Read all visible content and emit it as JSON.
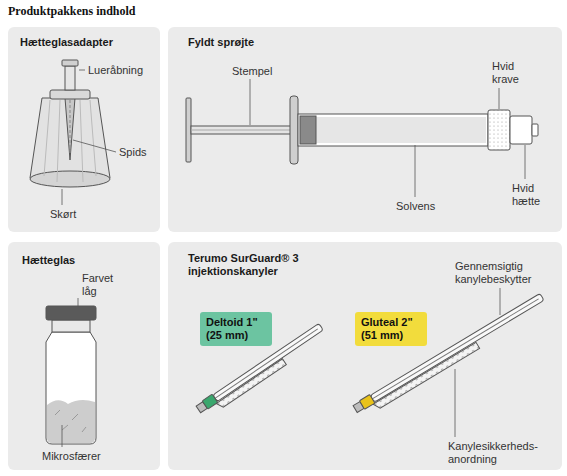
{
  "diagram": {
    "title": "Produktpakkens indhold",
    "nodes": [
      {
        "text": [
          "Hætteglasadapter"
        ]
      },
      {
        "text": [
          "Fyldt sprøjte"
        ]
      },
      {
        "text": [
          "Hætteglas"
        ]
      },
      {
        "text": [
          "Terumo SurGuard® 3 injektionskanyler"
        ]
      },
      {
        "text": [
          "Deltoid 1\" (25 mm)"
        ],
        "in": 3
      },
      {
        "text": [
          "Gluteal 2\" (51 mm)"
        ],
        "in": 3
      }
    ],
    "labels": [
      "Lueråbning",
      "Spids",
      "Skørt",
      "Stempel",
      "Hvid krave",
      "Hvid hætte",
      "Solvens",
      "Farvet låg",
      "Mikrosfærer",
      "Gennemsigtig kanylebeskytter",
      "Kanylesikkerheds-anordning"
    ]
  }
}
